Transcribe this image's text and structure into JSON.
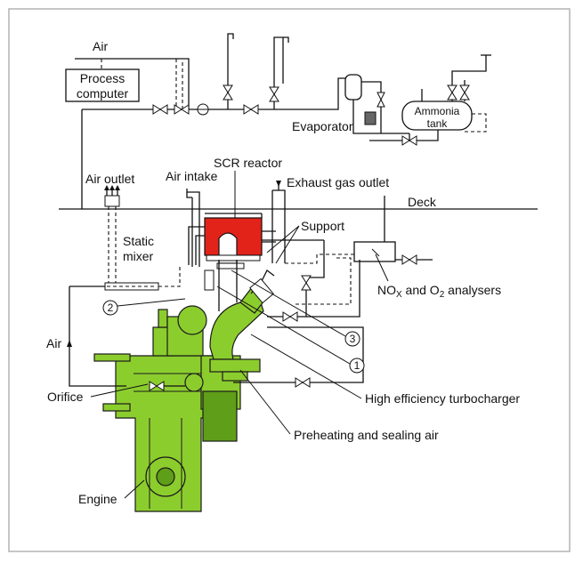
{
  "labels": {
    "air_top": "Air",
    "process_computer_line1": "Process",
    "process_computer_line2": "computer",
    "evaporator": "Evaporator",
    "ammonia_tank_line1": "Ammonia",
    "ammonia_tank_line2": "tank",
    "scr_reactor": "SCR reactor",
    "air_outlet": "Air outlet",
    "air_intake": "Air intake",
    "exhaust_gas_outlet": "Exhaust gas outlet",
    "deck": "Deck",
    "support": "Support",
    "static_mixer_line1": "Static",
    "static_mixer_line2": "mixer",
    "nox_prefix": "NO",
    "nox_sub": "X",
    "nox_mid": " and O",
    "nox_sub2": "2",
    "nox_suffix": " analysers",
    "callout_1": "1",
    "callout_2": "2",
    "callout_3": "3",
    "air_left": "Air",
    "orifice": "Orifice",
    "turbocharger": "High efficiency turbocharger",
    "preheating": "Preheating and sealing air",
    "engine": "Engine"
  },
  "colors": {
    "reactor": "#e2231a",
    "engine": "#8ccd2e",
    "engine_shade": "#5f9e18",
    "frame": "#b3b3b3"
  }
}
